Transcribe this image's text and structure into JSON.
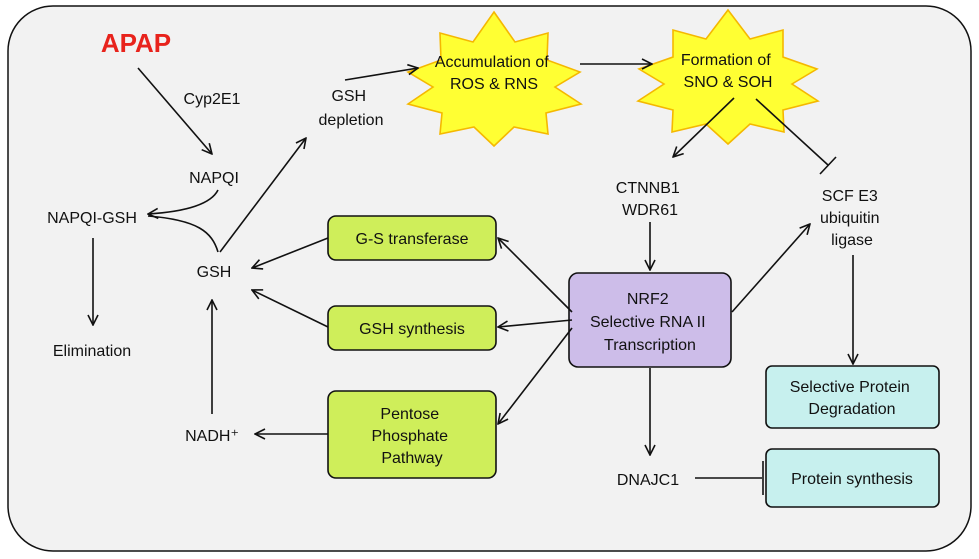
{
  "colors": {
    "background": "#f2f2f2",
    "apap_red": "#e8231c",
    "green_box": "#cfee5a",
    "purple_box": "#cdbde9",
    "cyan_box": "#c7f0ee",
    "burst_fill": "#ffff33",
    "burst_stroke": "#f5b800"
  },
  "nodes": {
    "apap": "APAP",
    "cyp2e1": "Cyp2E1",
    "napqi": "NAPQI",
    "napqi_gsh": "NAPQI-GSH",
    "elimination": "Elimination",
    "gsh": "GSH",
    "gsh_depletion": [
      "GSH",
      "depletion"
    ],
    "nadh": "NADH⁺",
    "ros_burst": [
      "Accumulation of",
      "ROS & RNS"
    ],
    "sno_burst": [
      "Formation of",
      "SNO & SOH"
    ],
    "ctnnb1": [
      "CTNNB1",
      "WDR61"
    ],
    "scf_e3": [
      "SCF E3",
      "ubiquitin",
      "ligase"
    ],
    "dnajc1": "DNAJC1",
    "gs_transferase": "G-S transferase",
    "gsh_synthesis": "GSH synthesis",
    "pentose": [
      "Pentose",
      "Phosphate",
      "Pathway"
    ],
    "nrf2": [
      "NRF2",
      "Selective RNA II",
      "Transcription"
    ],
    "selective_degradation": [
      "Selective Protein",
      "Degradation"
    ],
    "protein_synthesis": "Protein synthesis"
  }
}
